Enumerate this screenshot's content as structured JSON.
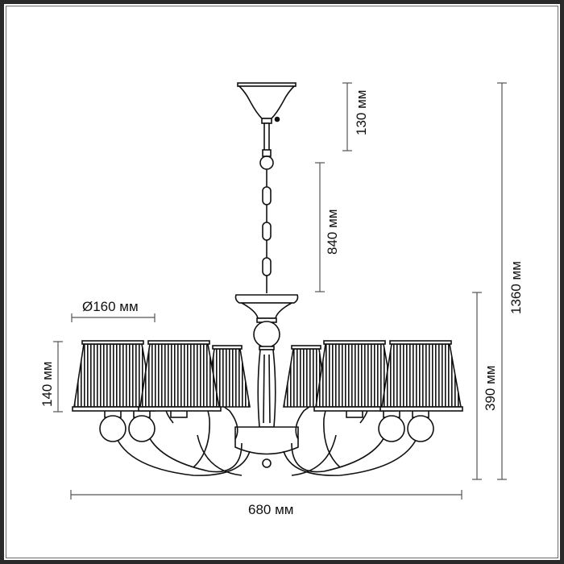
{
  "drawing": {
    "subject": "chandelier technical dimension drawing",
    "shade_count_visible": 6,
    "line_color": "#111111",
    "dimension_line_color": "#555555"
  },
  "dimensions": {
    "canopy_height": "130 мм",
    "chain_length": "840 мм",
    "total_height": "1360 мм",
    "body_height": "390 мм",
    "shade_diameter": "Ø160 мм",
    "shade_height": "140 мм",
    "overall_width": "680 мм"
  }
}
